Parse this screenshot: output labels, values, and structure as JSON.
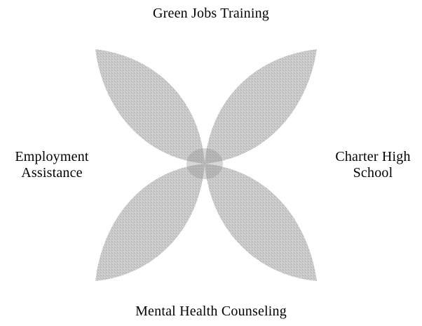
{
  "diagram": {
    "top_label": "Green Jobs Training",
    "left_label": {
      "line1": "Employment",
      "line2": "Assistance"
    },
    "right_label": {
      "line1": "Charter High",
      "line2": "School"
    },
    "bottom_label": "Mental Health Counseling",
    "petal_color": "#a9a9a9",
    "overlap_color": "#8c8c8c"
  }
}
